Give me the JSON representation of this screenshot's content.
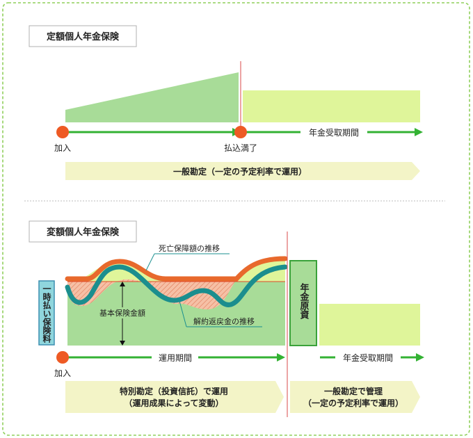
{
  "section1": {
    "title": "定額個人年金保険",
    "label_join": "加入",
    "label_paid_up": "払込満了",
    "label_pension_period": "年金受取期間",
    "banner": "一般勘定（一定の予定利率で運用）"
  },
  "section2": {
    "title": "変額個人年金保険",
    "label_death_benefit": "死亡保障額の推移",
    "label_basic_amount": "基本保険金額",
    "label_surrender": "解約返戻金の推移",
    "label_lump_sum": "一時払い保険料",
    "label_pension_fund": "年金原資",
    "label_operation_period": "運用期間",
    "label_pension_period": "年金受取期間",
    "label_join": "加入",
    "banner_left_line1": "特別勘定（投資信託）で運用",
    "banner_left_line2": "（運用成果によって変動）",
    "banner_right_line1": "一般勘定で管理",
    "banner_right_line2": "（一定の予定利率で運用）"
  },
  "colors": {
    "border": "#8fcf5a",
    "green_fill": "#a8dc98",
    "lime_fill": "#dff59a",
    "arrow_green": "#33b233",
    "red_dot": "#ee5a24",
    "banner": "#f3f4c7",
    "teal_wave": "#1b8e8e",
    "orange_wave": "#e8692c",
    "lump_box": "#8fd6dd"
  }
}
